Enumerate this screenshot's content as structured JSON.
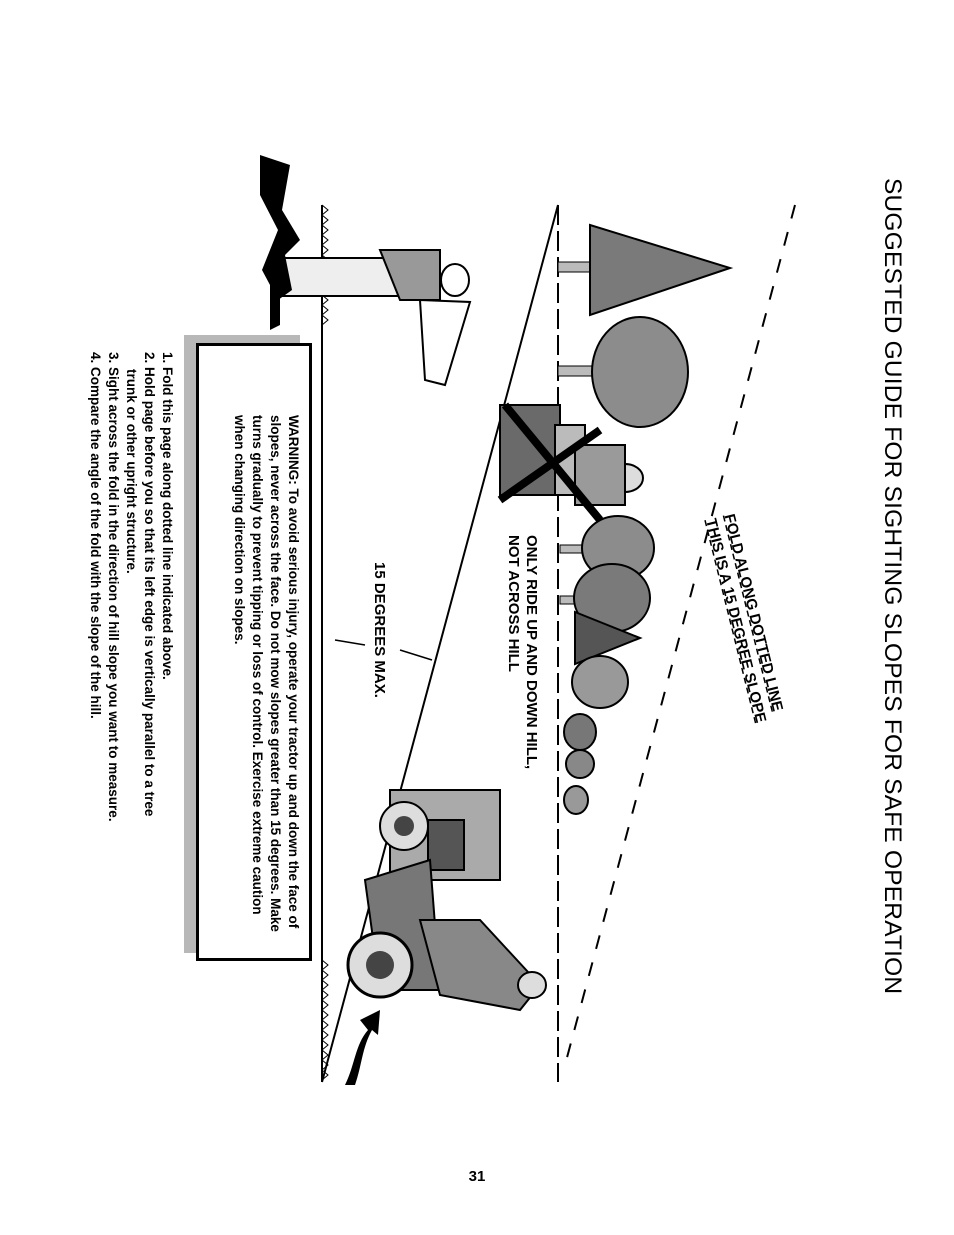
{
  "title": "SUGGESTED GUIDE FOR SIGHTING SLOPES FOR SAFE OPERATION",
  "fold_label": {
    "line1": "FOLD ALONG DOTTED LINE",
    "line2": "THIS IS A 15 DEGREE SLOPE"
  },
  "ride_label": {
    "line1": "ONLY RIDE UP AND DOWN HILL,",
    "line2": "NOT ACROSS HILL"
  },
  "degrees_label": "15 DEGREES MAX.",
  "warning": {
    "icon": "warning-triangle-icon",
    "text": "WARNING: To avoid serious injury, operate your tractor up and down the face of slopes, never across the face. Do not mow slopes greater than 15 degrees. Make turns gradually to prevent tipping or loss of control. Exercise extreme caution when changing direction on slopes."
  },
  "instructions": {
    "step1": "1. Fold this page along dotted line indicated above.",
    "step2a": "2. Hold page before you so that its left edge is vertically parallel to a tree",
    "step2b": "trunk or other upright structure.",
    "step3": "3. Sight across the fold in the direction of hill slope you want to measure.",
    "step4": "4. Compare the angle of the fold with the slope of the hill."
  },
  "page_number": "31"
}
